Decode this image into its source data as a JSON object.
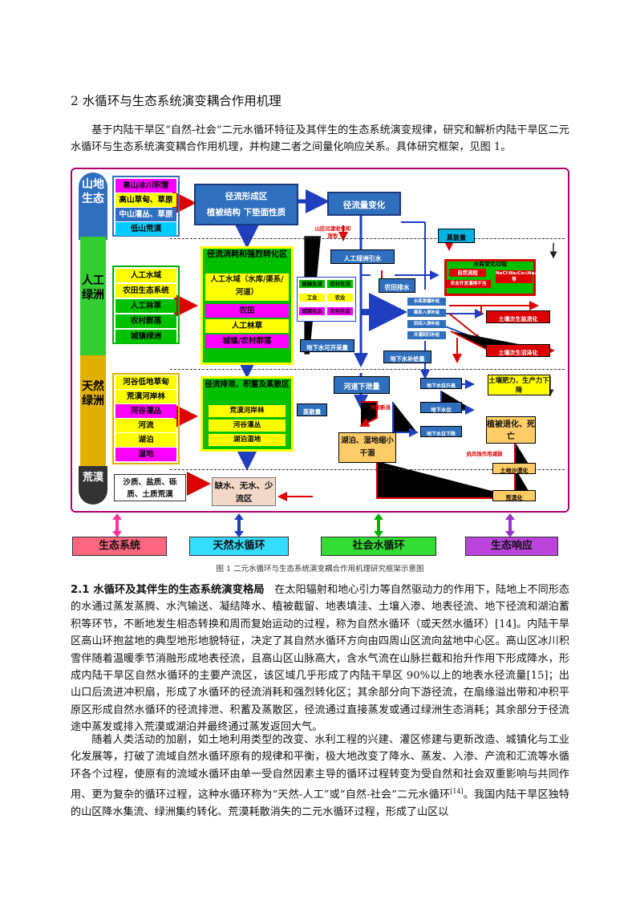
{
  "section": {
    "title": "2  水循环与生态系统演变耦合作用机理"
  },
  "intro": "基于内陆干旱区“自然-社会”二元水循环特征及其伴生的生态系统演变规律，研究和解析内陆干旱区二元水循环与生态系统演变耦合作用机理，并构建二者之间量化响应关系。具体研究框架，见图 1。",
  "figure": {
    "caption": "图 1    二元水循环与生态系统演变耦合作用机理研究框架示意图",
    "zones": {
      "mountain": "山地生态",
      "artificial": "人工绿洲",
      "natural": "天然绿洲",
      "desert": "荒漠"
    },
    "mountain_items": [
      "高山冰川积雪",
      "高山草甸、草原",
      "中山灌丛、草原",
      "低山荒漠"
    ],
    "artificial_items": [
      "人工水域",
      "农田生态系统",
      "人工林草",
      "农村群落",
      "城镇绿洲"
    ],
    "natural_items": [
      "河谷低地草甸",
      "荒漠河岸林",
      "河谷灌丛",
      "河流",
      "湖泊",
      "湿地"
    ],
    "desert_items": "沙质、盐质、砾质、土质荒漠",
    "runoff_formation": {
      "title": "径流形成区",
      "sub": "植被结构 下垫面性质"
    },
    "runoff_change": "径流量变化",
    "mountain_note": "山区过渡收伐和放牧",
    "evaporation": "蒸散量",
    "consumption": {
      "title": "径流消耗和强烈转化区",
      "items": [
        "人工水域（水库/渠系/河道）",
        "农田",
        "人工林草",
        "城镇/农村群落"
      ]
    },
    "artificial_diversion": "人工绿洲引水",
    "farm_drainage": "农田排水",
    "water_users": [
      "城镇生活",
      "农村生活",
      "工业",
      "农业",
      "城镇生态",
      "农村生态"
    ],
    "groundwater_pump": "地下水可开采量",
    "salt": {
      "title": "水盐变化过程",
      "left": "自然流程",
      "left2": "农业开发灌排不当",
      "right": "NaCl\\Na₂Co₃\\Na₂So₄等"
    },
    "recharge_items": [
      "水库渗漏补给",
      "渠系入渗补给",
      "田间入渗补给",
      "井灌回归补给"
    ],
    "soil": [
      "土壤次生盐渍化",
      "土壤次生沼泽化",
      "土壤肥力、生产力下降"
    ],
    "gw_recharge": "地下水补给量",
    "gw_rise": "地下水位升高",
    "gw_level": "地下水位",
    "gw_drop": "地下水位下降",
    "river_down": "河道下泄量",
    "river_cut": "河流断流",
    "evap2": "蒸散量",
    "discharge": {
      "title": "径流排泄、积蓄及蒸散区",
      "items": [
        "荒漠河岸林",
        "河谷灌丛",
        "湖泊湿地"
      ]
    },
    "lake": "湖泊、湿地缩小干涸",
    "veg": "植被退化、死亡",
    "wind": "抗风蚀作用减弱",
    "desertify": "土地沙漠化",
    "desertify2": "荒漠化",
    "scarce": "缺水、无水、少流区",
    "bottom": [
      "生态系统",
      "天然水循环",
      "社会水循环",
      "生态响应"
    ],
    "colors": {
      "border": "#b0006a",
      "green": "#00c000",
      "blue": "#2f6fbd",
      "yellow": "#ffff00",
      "magenta": "#ff00ff"
    }
  },
  "sub_heading": "2.1  水循环及其伴生的生态系统演变格局",
  "p2": "在太阳辐射和地心引力等自然驱动力的作用下，陆地上不同形态的水通过蒸发蒸腾、水汽输送、凝结降水、植被截留、地表填洼、土壤入渗、地表径流、地下径流和湖泊蓄积等环节，不断地发生相态转换和周而复始运动的过程，称为自然水循环（或天然水循环）[14]。内陆干旱区高山环抱盆地的典型地形地貌特征，决定了其自然水循环方向由四周山区流向盆地中心区。高山区冰川积雪伴随着温暖季节消融形成地表径流，且高山区山脉高大，含水气流在山脉拦截和抬升作用下形成降水，形成内陆干旱区自然水循环的主要产流区，该区域几乎形成了内陆干旱区 90%以上的地表水径流量[15]；出山口后流进冲积扇，形成了水循环的径流消耗和强烈转化区；其余部分向下游径流，在扇缘溢出带和冲积平原区形成自然水循环的径流排泄、积蓄及蒸散区，径流通过直接蒸发或通过绿洲生态消耗；其余部分于径流途中蒸发或排入荒漠或湖泊并最终通过蒸发返回大气。",
  "p3a": "随着人类活动的加剧，如土地利用类型的改变、水利工程的兴建、灌区修建与更新改造、城镇化与工业化发展等，打破了流域自然水循环原有的规律和平衡，极大地改变了降水、蒸发、入渗、产流和汇流等水循环各个过程，使原有的流域水循环由单一受自然因素主导的循环过程转变为受自然和社会双重影响与共同作用、更为复杂的循环过程，这种水循环称为“天然-人工”或“自然-社会”二元水循环",
  "p3ref": "[14]",
  "p3b": "。我国内陆干旱区独特的山区降水集流、绿洲集约转化、荒漠耗散消失的二元水循环过程，形成了山区以"
}
